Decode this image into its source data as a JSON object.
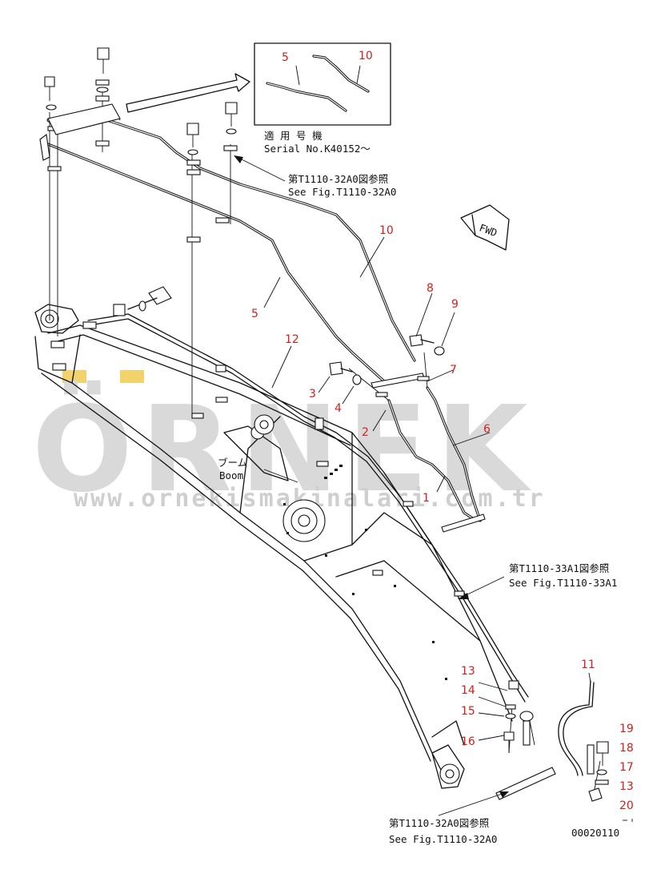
{
  "watermark": {
    "brand": "ÖRNEK",
    "url": "www.ornekismakinalari.com.tr"
  },
  "inset": {
    "serial_jp": "適 用 号 機",
    "serial_en": "Serial No.K40152～"
  },
  "references": {
    "top_jp": "第T1110-32A0図参照",
    "top_en": "See Fig.T1110-32A0",
    "mid_jp": "第T1110-33A1図参照",
    "mid_en": "See Fig.T1110-33A1",
    "bottom_jp": "第T1110-32A0図参照",
    "bottom_en": "See Fig.T1110-32A0"
  },
  "labels": {
    "boom_jp": "ブーム",
    "boom_en": "Boom",
    "fwd": "FWD",
    "drawing_number": "00020110"
  },
  "callouts": {
    "p1": "1",
    "p2": "2",
    "p3": "3",
    "p4": "4",
    "p5": "5",
    "p5_inset": "5",
    "p6": "6",
    "p7": "7",
    "p8": "8",
    "p9": "9",
    "p10": "10",
    "p10_inset": "10",
    "p11": "11",
    "p12": "12",
    "p13": "13",
    "p13b": "13",
    "p14": "14",
    "p15": "15",
    "p16": "16",
    "p17": "17",
    "p18": "18",
    "p19": "19",
    "p20": "20"
  },
  "colors": {
    "callout": "#d0211c",
    "line": "#111111",
    "watermark": "#d9d9d9"
  }
}
